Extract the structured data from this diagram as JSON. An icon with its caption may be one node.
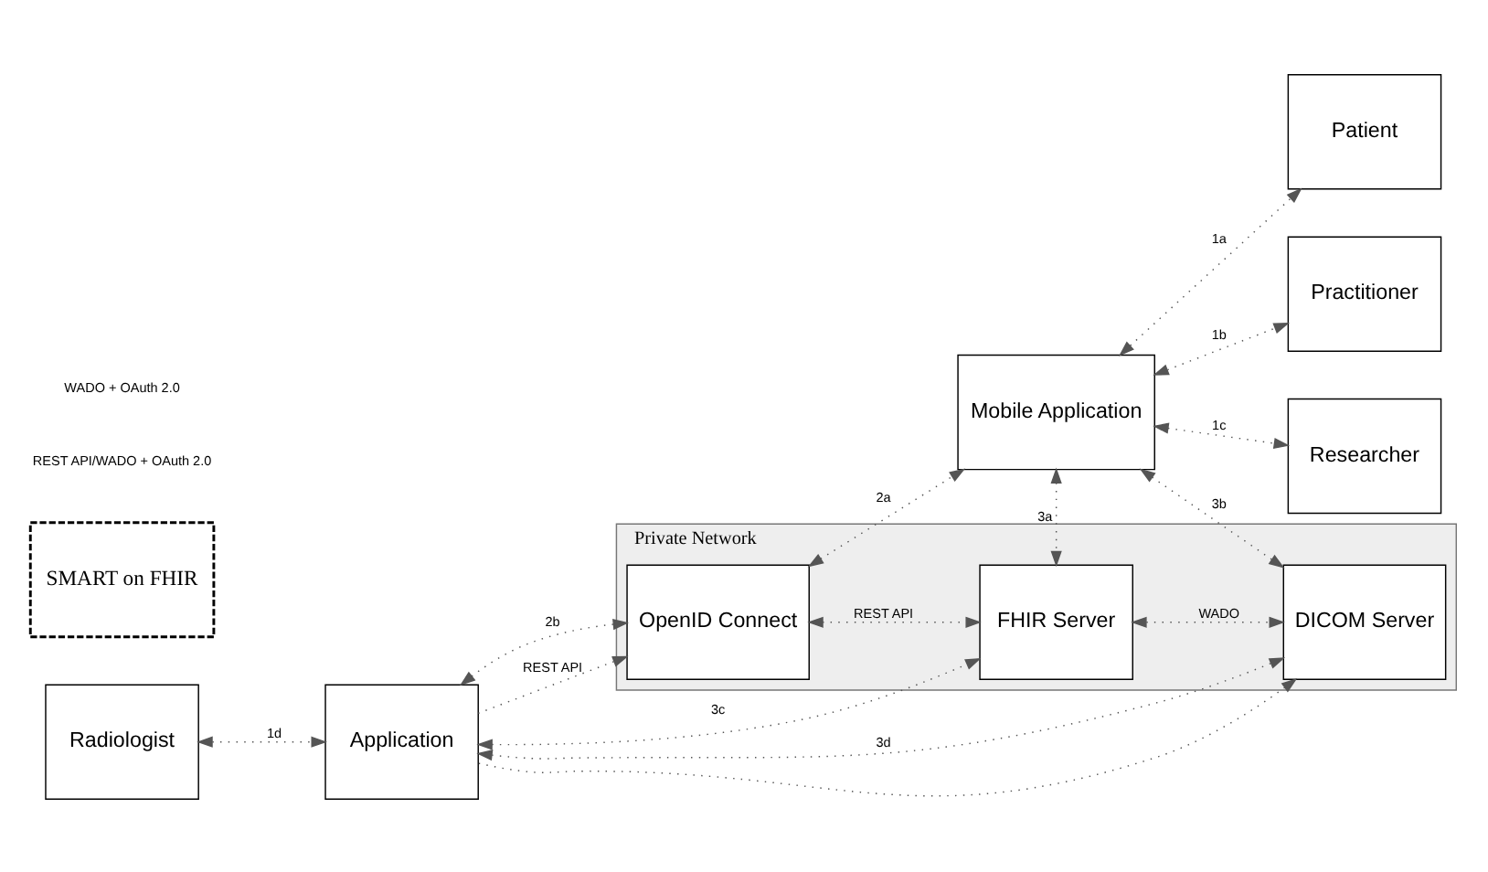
{
  "diagram": {
    "nodes": [
      {
        "text": [
          "Private Network"
        ]
      },
      {
        "text": [
          "OpenID Connect"
        ],
        "in": 0
      },
      {
        "text": [
          "FHIR Server"
        ],
        "in": 0
      },
      {
        "text": [
          "DICOM Server"
        ],
        "in": 0
      },
      {
        "text": [
          "SMART on FHIR"
        ]
      },
      {
        "text": [
          "Mobile Application"
        ]
      },
      {
        "text": [
          "Patient"
        ]
      },
      {
        "text": [
          "Practitioner"
        ]
      },
      {
        "text": [
          "Researcher"
        ]
      },
      {
        "text": [
          "Radiologist"
        ]
      },
      {
        "text": [
          "Application"
        ]
      }
    ],
    "edges": [
      {
        "from": 5,
        "to": 6,
        "arrow": "both",
        "label": "1a",
        "style": "dashed"
      },
      {
        "from": 5,
        "to": 7,
        "arrow": "both",
        "label": "1b",
        "style": "dashed"
      },
      {
        "from": 5,
        "to": 8,
        "arrow": "both",
        "label": "1c",
        "style": "dashed"
      },
      {
        "from": 9,
        "to": 10,
        "arrow": "both",
        "label": "1d",
        "style": "dashed"
      },
      {
        "from": 1,
        "to": 5,
        "arrow": "both",
        "label": "2a",
        "style": "dashed"
      },
      {
        "from": 10,
        "to": 1,
        "arrow": "both",
        "label": "2b",
        "style": "dashed"
      },
      {
        "from": 10,
        "to": 1,
        "arrow": "to",
        "label": "REST API",
        "style": "dashed"
      },
      {
        "from": 1,
        "to": 2,
        "arrow": "both",
        "label": "REST API",
        "style": "dashed"
      },
      {
        "from": 5,
        "to": 2,
        "arrow": "both",
        "label": "3a",
        "style": "dashed"
      },
      {
        "from": 5,
        "to": 3,
        "arrow": "both",
        "label": "3b",
        "style": "dashed"
      },
      {
        "from": 10,
        "to": 2,
        "arrow": "both",
        "label": "3c",
        "style": "dashed"
      },
      {
        "from": 10,
        "to": 3,
        "arrow": "both",
        "label": "3d",
        "style": "dashed"
      },
      {
        "from": 10,
        "to": 3,
        "arrow": "to",
        "style": "dashed"
      },
      {
        "from": 2,
        "to": 3,
        "arrow": "both",
        "label": "WADO",
        "style": "dashed"
      }
    ],
    "labels": [
      "REST API/WADO + OAuth 2.0",
      "WADO + OAuth 2.0"
    ]
  }
}
